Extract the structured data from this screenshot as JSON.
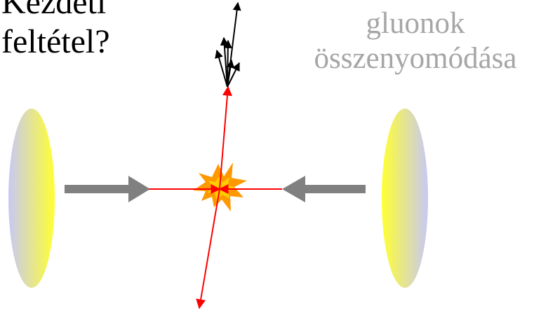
{
  "question": {
    "line1": "Kezdeti",
    "line2": "feltétel?"
  },
  "caption": {
    "line1": "gluonok",
    "line2": "összenyomódása"
  },
  "colors": {
    "question_text": "#000000",
    "caption_text": "#a6a6a6",
    "beam_arrow": "#808080",
    "trajectory": "#ff0000",
    "outgoing_tracks": "#000000",
    "collision_outer": "#ff9900",
    "collision_inner": "#ffcc00",
    "nucleus_yellow": "#ffff33",
    "nucleus_lavender": "#c8c8f5"
  }
}
